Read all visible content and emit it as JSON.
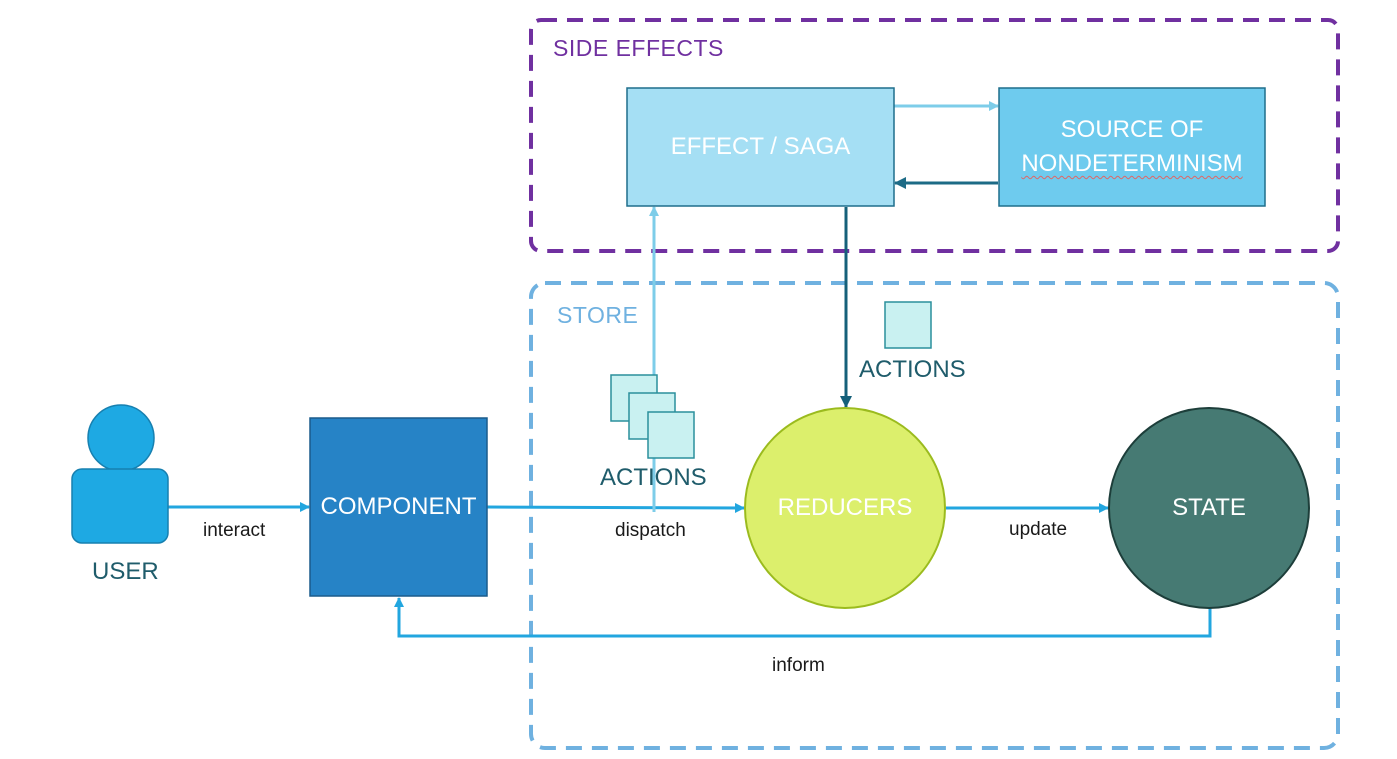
{
  "groups": {
    "side_effects": {
      "title": "SIDE EFFECTS",
      "color": "#7030a0"
    },
    "store": {
      "title": "STORE",
      "color": "#6fb1e0"
    }
  },
  "nodes": {
    "effect_saga": {
      "label": "EFFECT / SAGA",
      "fill": "#a5dff4"
    },
    "nondeterminism": {
      "label_line1": "SOURCE OF",
      "label_line2": "NONDETERMINISM",
      "fill": "#6ecbee"
    },
    "component": {
      "label": "COMPONENT",
      "fill": "#2683c6"
    },
    "reducers": {
      "label": "REDUCERS",
      "fill": "#dcef6c"
    },
    "state": {
      "label": "STATE",
      "fill": "#467a73"
    },
    "user": {
      "label": "USER",
      "fill": "#1ea9e3"
    }
  },
  "actions": {
    "stack_label": "ACTIONS",
    "single_label": "ACTIONS"
  },
  "edges": {
    "interact": "interact",
    "dispatch": "dispatch",
    "update": "update",
    "inform": "inform"
  }
}
